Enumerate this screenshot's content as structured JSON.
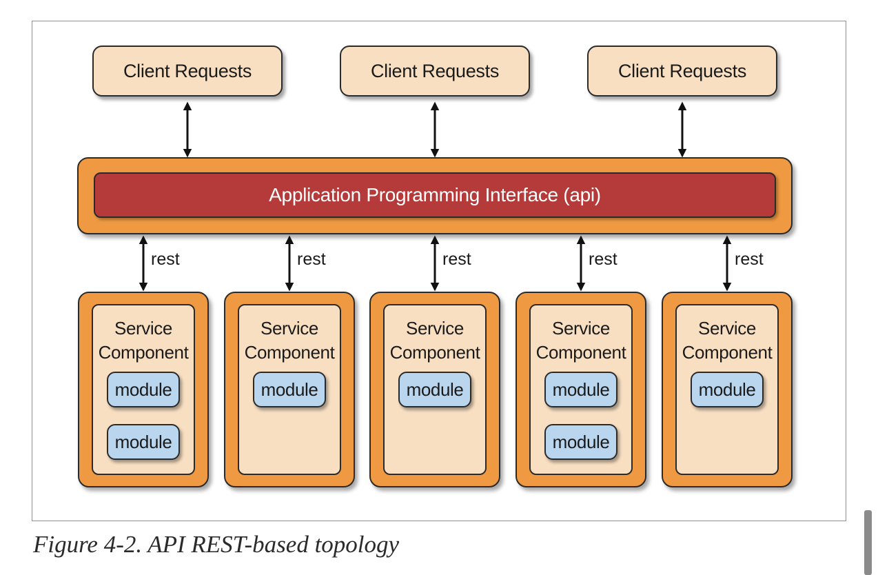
{
  "diagram": {
    "clients": [
      {
        "label": "Client Requests"
      },
      {
        "label": "Client Requests"
      },
      {
        "label": "Client Requests"
      }
    ],
    "api": {
      "label": "Application Programming Interface (api)"
    },
    "connector_label": "rest",
    "services": [
      {
        "title_line1": "Service",
        "title_line2": "Component",
        "modules": [
          "module",
          "module"
        ]
      },
      {
        "title_line1": "Service",
        "title_line2": "Component",
        "modules": [
          "module"
        ]
      },
      {
        "title_line1": "Service",
        "title_line2": "Component",
        "modules": [
          "module"
        ]
      },
      {
        "title_line1": "Service",
        "title_line2": "Component",
        "modules": [
          "module",
          "module"
        ]
      },
      {
        "title_line1": "Service",
        "title_line2": "Component",
        "modules": [
          "module"
        ]
      }
    ],
    "colors": {
      "client_fill": "#f8dfc2",
      "api_outer": "#ef9a42",
      "api_inner": "#b53a3a",
      "service_outer": "#ef9a42",
      "service_inner": "#f8dfc2",
      "module_fill": "#b9d6ee",
      "outline": "#2a2a2a"
    }
  },
  "caption": "Figure 4-2. API REST-based topology"
}
